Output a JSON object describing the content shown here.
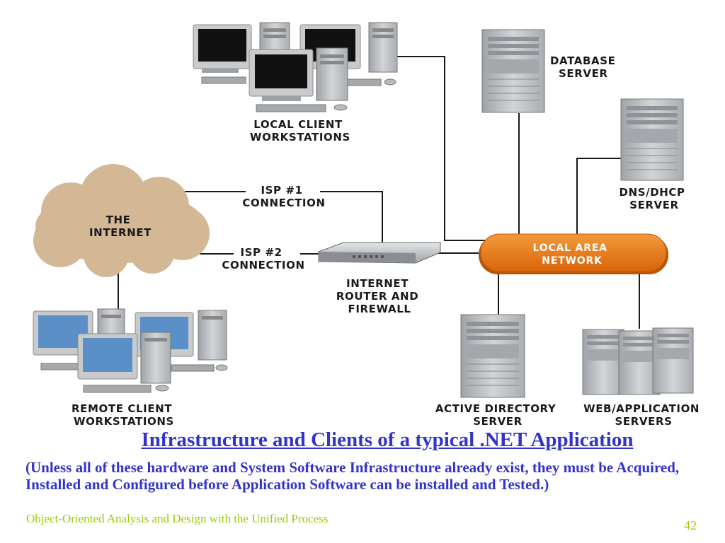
{
  "diagram": {
    "nodes": {
      "local_clients": [
        "LOCAL CLIENT",
        "WORKSTATIONS"
      ],
      "database_server": [
        "DATABASE",
        "SERVER"
      ],
      "dns_dhcp_server": [
        "DNS/DHCP",
        "SERVER"
      ],
      "internet": [
        "THE",
        "INTERNET"
      ],
      "isp1": [
        "ISP #1",
        "CONNECTION"
      ],
      "isp2": [
        "ISP #2",
        "CONNECTION"
      ],
      "router": [
        "INTERNET",
        "ROUTER AND",
        "FIREWALL"
      ],
      "lan": [
        "LOCAL AREA",
        "NETWORK"
      ],
      "remote_clients": [
        "REMOTE CLIENT",
        "WORKSTATIONS"
      ],
      "active_directory": [
        "ACTIVE DIRECTORY",
        "SERVER"
      ],
      "web_app_servers": [
        "WEB/APPLICATION",
        "SERVERS"
      ]
    },
    "colors": {
      "cloud": "#d4b896",
      "lan": "#e8720c",
      "connector": "#1a1a1a",
      "server_body": "#bfc2c5",
      "screen_dark": "#111111",
      "screen_blue": "#5b8fc8"
    }
  },
  "caption": {
    "title": "Infrastructure and Clients of a typical .NET Application",
    "description": "(Unless all of these hardware and System Software Infrastructure already exist, they must be Acquired, Installed and Configured before Application Software can be installed and Tested.)"
  },
  "footer": {
    "course": "Object-Oriented Analysis and Design with the Unified Process",
    "page": "42"
  }
}
